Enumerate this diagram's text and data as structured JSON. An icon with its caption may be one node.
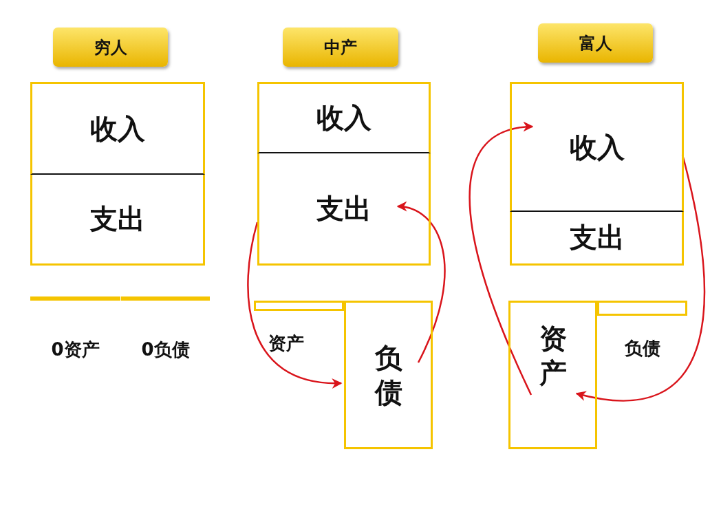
{
  "diagram": {
    "nodes": [
      {
        "text": [
          "穷人"
        ]
      },
      {
        "text": [
          "收入"
        ]
      },
      {
        "text": [
          "支出"
        ]
      },
      {
        "text": [
          "0资产"
        ]
      },
      {
        "text": [
          "0负债"
        ]
      },
      {
        "text": [
          "中产"
        ]
      },
      {
        "text": [
          "收入"
        ]
      },
      {
        "text": [
          "支出"
        ]
      },
      {
        "text": [
          "资产"
        ]
      },
      {
        "text": [
          "负债"
        ]
      },
      {
        "text": [
          "富人"
        ]
      },
      {
        "text": [
          "收入"
        ]
      },
      {
        "text": [
          "支出"
        ]
      },
      {
        "text": [
          "资产"
        ]
      },
      {
        "text": [
          "负债"
        ]
      }
    ],
    "edges": [
      {
        "from": 7,
        "to": 9,
        "arrow": "to"
      },
      {
        "from": 9,
        "to": 7,
        "arrow": "to"
      },
      {
        "from": 13,
        "to": 11,
        "arrow": "to"
      },
      {
        "from": 11,
        "to": 13,
        "arrow": "to"
      }
    ]
  }
}
